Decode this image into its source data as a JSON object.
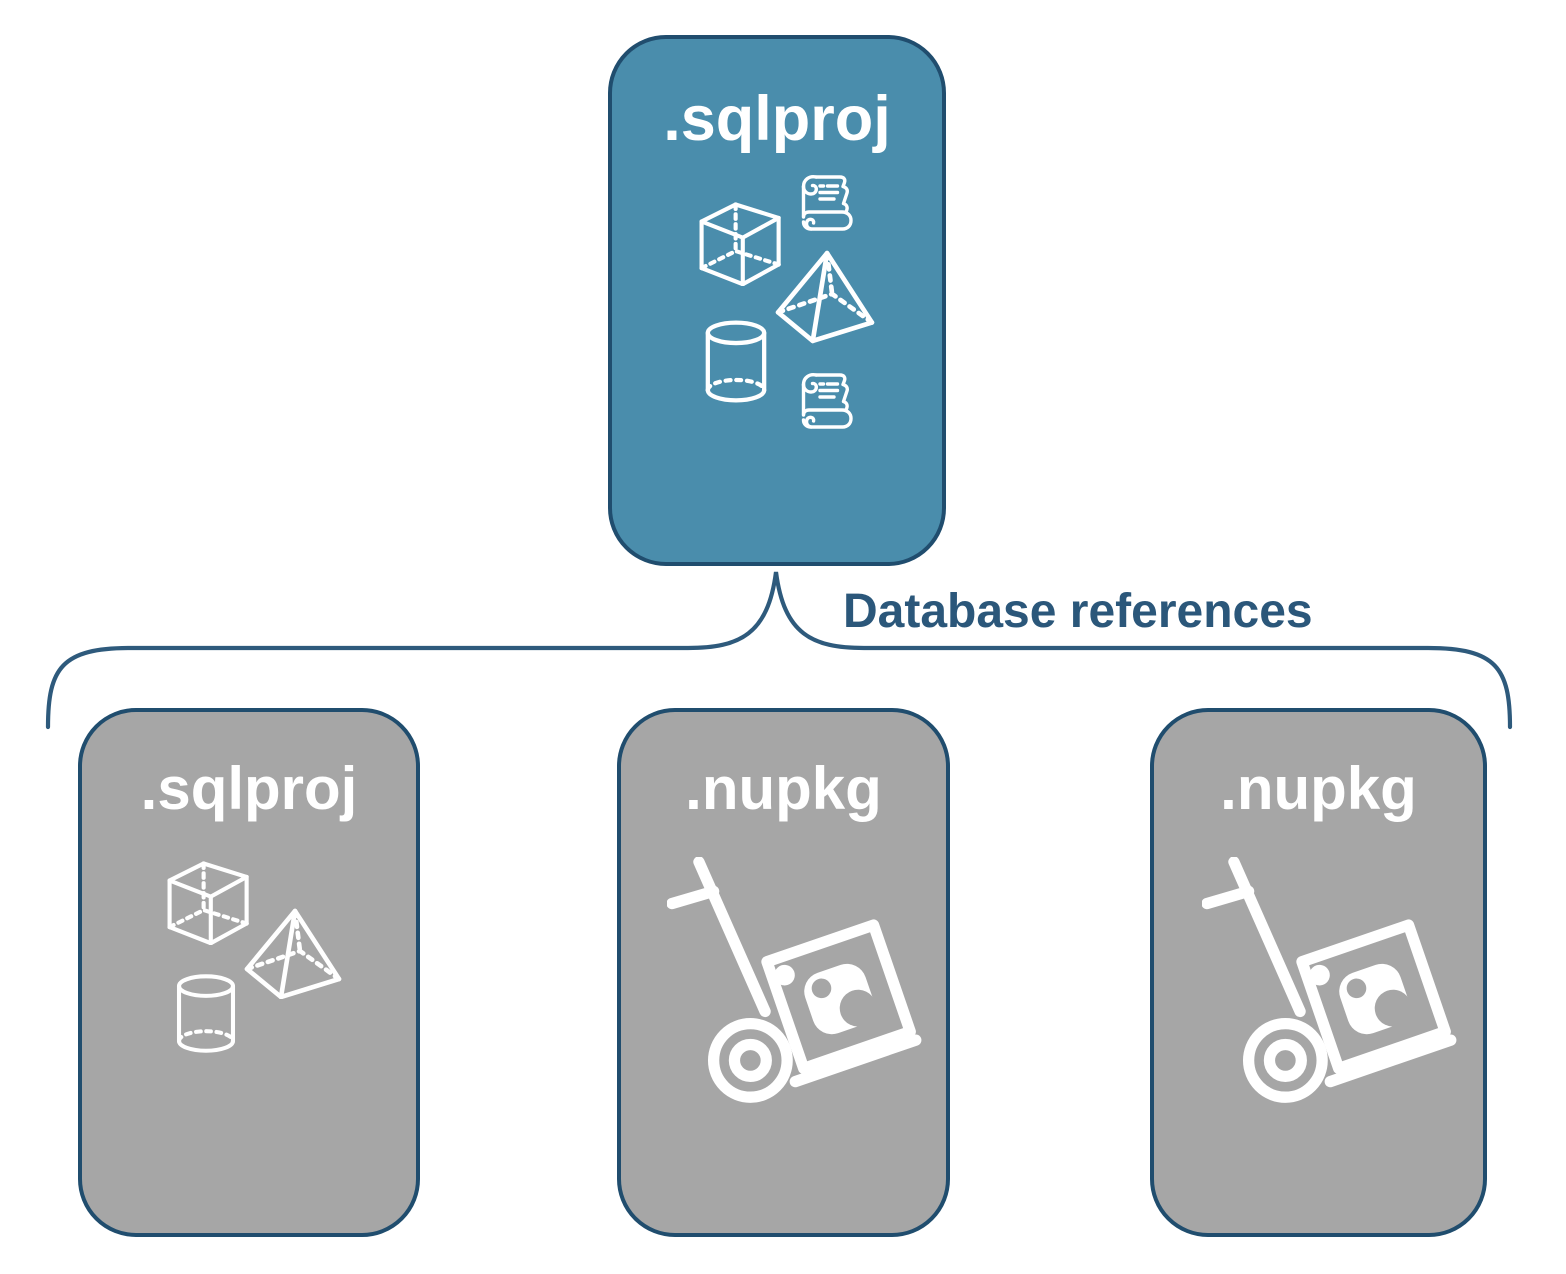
{
  "colors": {
    "background": "#ffffff",
    "primary_card_fill": "#4a8dac",
    "reference_card_fill": "#a6a6a6",
    "card_outline": "#204d6e",
    "connector_line": "#2e5a7c",
    "label_text": "#2b577a",
    "icon_stroke": "#ffffff"
  },
  "root_card": {
    "label": ".sqlproj",
    "icons": [
      "script-scroll-icon",
      "cube-icon",
      "pyramid-icon",
      "cylinder-icon",
      "script-scroll-icon"
    ]
  },
  "connector": {
    "label": "Database references"
  },
  "references": [
    {
      "label": ".sqlproj",
      "icons": [
        "cube-icon",
        "pyramid-icon",
        "cylinder-icon"
      ]
    },
    {
      "label": ".nupkg",
      "icons": [
        "handtruck-package-icon"
      ]
    },
    {
      "label": ".nupkg",
      "icons": [
        "handtruck-package-icon"
      ]
    }
  ]
}
